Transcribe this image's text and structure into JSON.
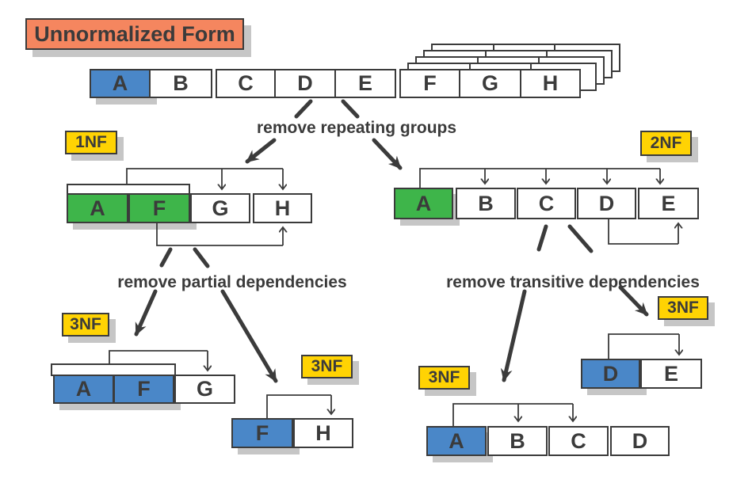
{
  "colors": {
    "orange": "#F5865F",
    "yellow": "#FFD303",
    "green": "#3EB54A",
    "blue": "#4A87C8",
    "ink": "#3B3B3B",
    "shadow": "#C6C6C6"
  },
  "title": {
    "label": "Unnormalized Form"
  },
  "badges": {
    "nf1": "1NF",
    "nf2": "2NF",
    "nf3_afg": "3NF",
    "nf3_fh": "3NF",
    "nf3_abcd": "3NF",
    "nf3_de": "3NF"
  },
  "transitions": {
    "repeating": "remove repeating groups",
    "partial": "remove partial dependencies",
    "transitive": "remove transitive dependencies"
  },
  "tables": {
    "unf": {
      "cells": [
        {
          "label": "A",
          "key": true
        },
        {
          "label": "B"
        },
        {
          "label": "C"
        },
        {
          "label": "D"
        },
        {
          "label": "E"
        },
        {
          "label": "F"
        },
        {
          "label": "G"
        },
        {
          "label": "H"
        }
      ]
    },
    "nf1": {
      "cells": [
        {
          "label": "A",
          "key": true
        },
        {
          "label": "F",
          "key": true
        },
        {
          "label": "G"
        },
        {
          "label": "H"
        }
      ]
    },
    "nf2": {
      "cells": [
        {
          "label": "A",
          "key": true
        },
        {
          "label": "B"
        },
        {
          "label": "C"
        },
        {
          "label": "D"
        },
        {
          "label": "E"
        }
      ]
    },
    "nf3_afg": {
      "cells": [
        {
          "label": "A",
          "key": true
        },
        {
          "label": "F",
          "key": true
        },
        {
          "label": "G"
        }
      ]
    },
    "nf3_fh": {
      "cells": [
        {
          "label": "F",
          "key": true
        },
        {
          "label": "H"
        }
      ]
    },
    "nf3_abcd": {
      "cells": [
        {
          "label": "A",
          "key": true
        },
        {
          "label": "B"
        },
        {
          "label": "C"
        },
        {
          "label": "D"
        }
      ]
    },
    "nf3_de": {
      "cells": [
        {
          "label": "D",
          "key": true
        },
        {
          "label": "E"
        }
      ]
    }
  }
}
